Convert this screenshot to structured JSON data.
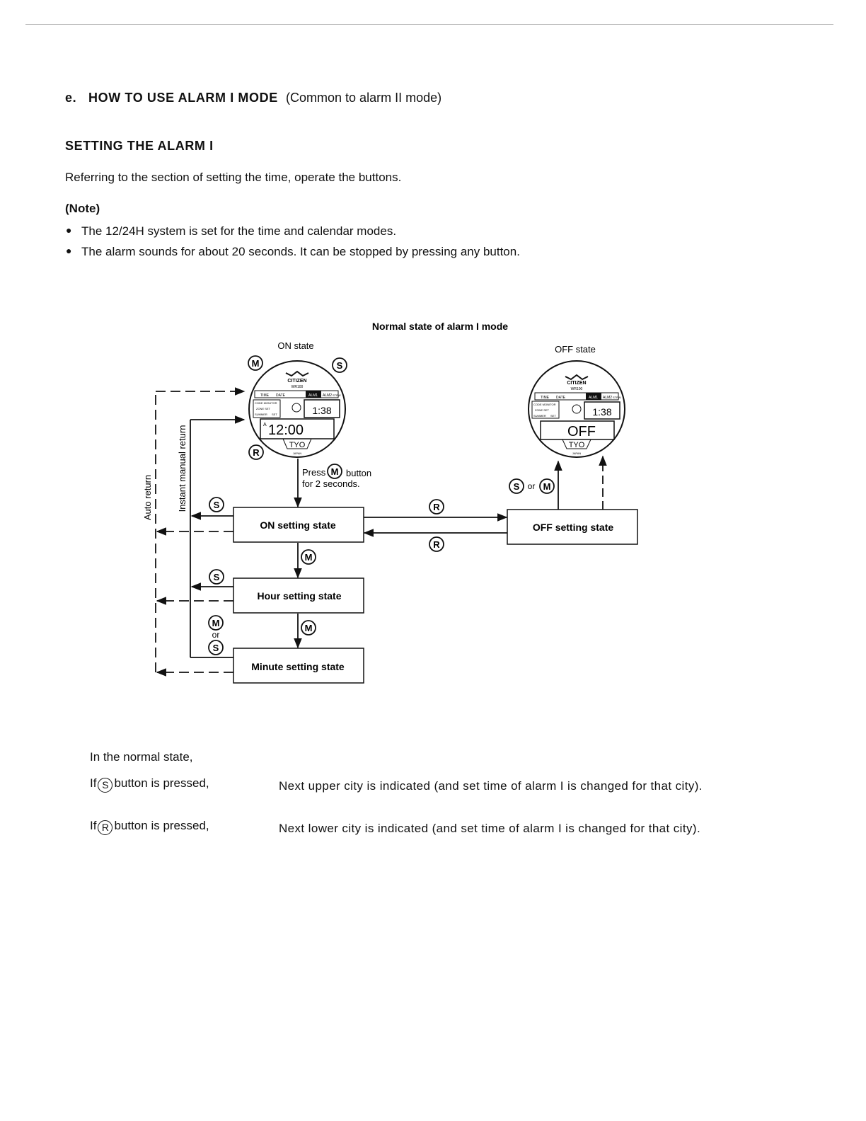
{
  "heading": {
    "marker": "e.",
    "title": "HOW TO USE ALARM I MODE",
    "subtitle": "(Common to alarm II mode)"
  },
  "section": {
    "title": "SETTING THE ALARM I",
    "intro": "Referring to the section of setting the time, operate the buttons."
  },
  "note": {
    "label": "(Note)",
    "items": [
      "The 12/24H system is set for the time and calendar modes.",
      "The alarm sounds for about 20 seconds. It can be stopped by pressing any button."
    ]
  },
  "diagram": {
    "caption": "Normal state of alarm I mode",
    "on_state_label": "ON state",
    "off_state_label": "OFF state",
    "watch": {
      "brand": "CITIZEN",
      "model": "WR100",
      "mode_tabs": [
        "TIME",
        "DATE",
        "ALM1",
        "ALM2",
        "STPW"
      ],
      "sub_labels": [
        "CODE MONITOR",
        "ZONE SET",
        "SUMMER",
        "SET"
      ],
      "small_display": "1:38",
      "on_display": "12:00",
      "off_display": "OFF",
      "city": "TYO",
      "country": "JAPAN"
    },
    "buttons": {
      "m": "M",
      "s": "S",
      "r": "R"
    },
    "press_instruction_1": "Press",
    "press_instruction_2": "button",
    "press_instruction_3": "for 2 seconds.",
    "or_label": "or",
    "auto_return": "Auto return",
    "instant_manual_return": "Instant manual return",
    "states": {
      "on_setting": "ON setting state",
      "off_setting": "OFF setting state",
      "hour_setting": "Hour setting state",
      "minute_setting": "Minute setting state"
    }
  },
  "normal_state": {
    "intro": "In the normal state,",
    "rows": [
      {
        "button": "S",
        "before": "If",
        "after": "button is pressed,",
        "result": "Next upper city is indicated (and set time of alarm I is changed for that city)."
      },
      {
        "button": "R",
        "before": "If",
        "after": "button is pressed,",
        "result": "Next lower city is indicated (and set time of alarm I is changed for that city)."
      }
    ]
  }
}
